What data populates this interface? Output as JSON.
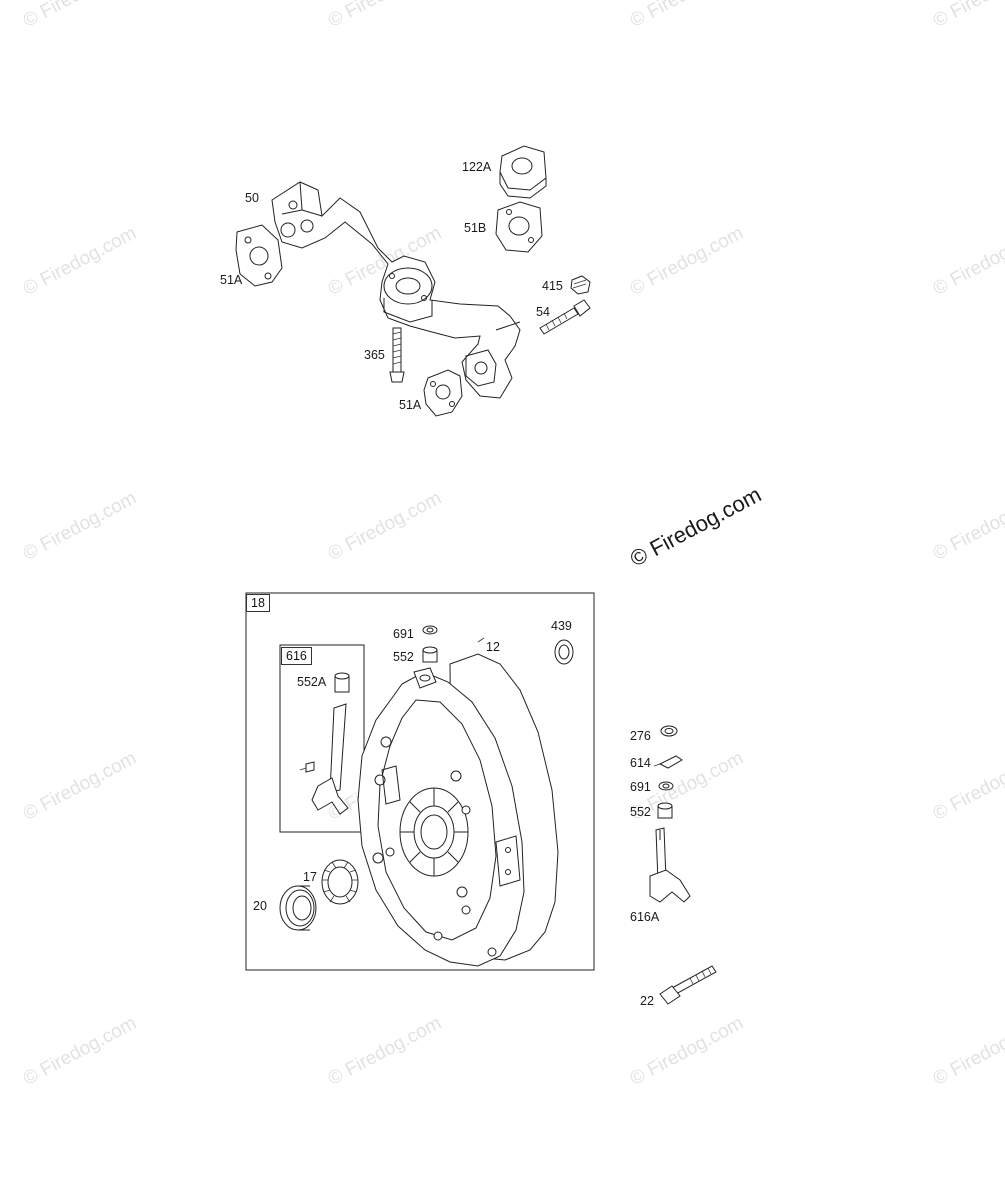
{
  "watermark": {
    "small_text": "© Firedog.com",
    "big_text": "© Firedog.com"
  },
  "diagram": {
    "manifold_labels": {
      "l50": "50",
      "l51A_left": "51A",
      "l51A_bottom": "51A",
      "l122A": "122A",
      "l51B": "51B",
      "l415": "415",
      "l54": "54",
      "l365": "365"
    },
    "cover_box": {
      "box_label": "18",
      "sub_box_label": "616",
      "l552A": "552A",
      "l691": "691",
      "l552": "552",
      "l12": "12",
      "l439": "439",
      "l17": "17",
      "l20": "20"
    },
    "side_parts": {
      "l276": "276",
      "l614": "614",
      "l691": "691",
      "l552": "552",
      "l616A": "616A",
      "l22": "22"
    }
  }
}
